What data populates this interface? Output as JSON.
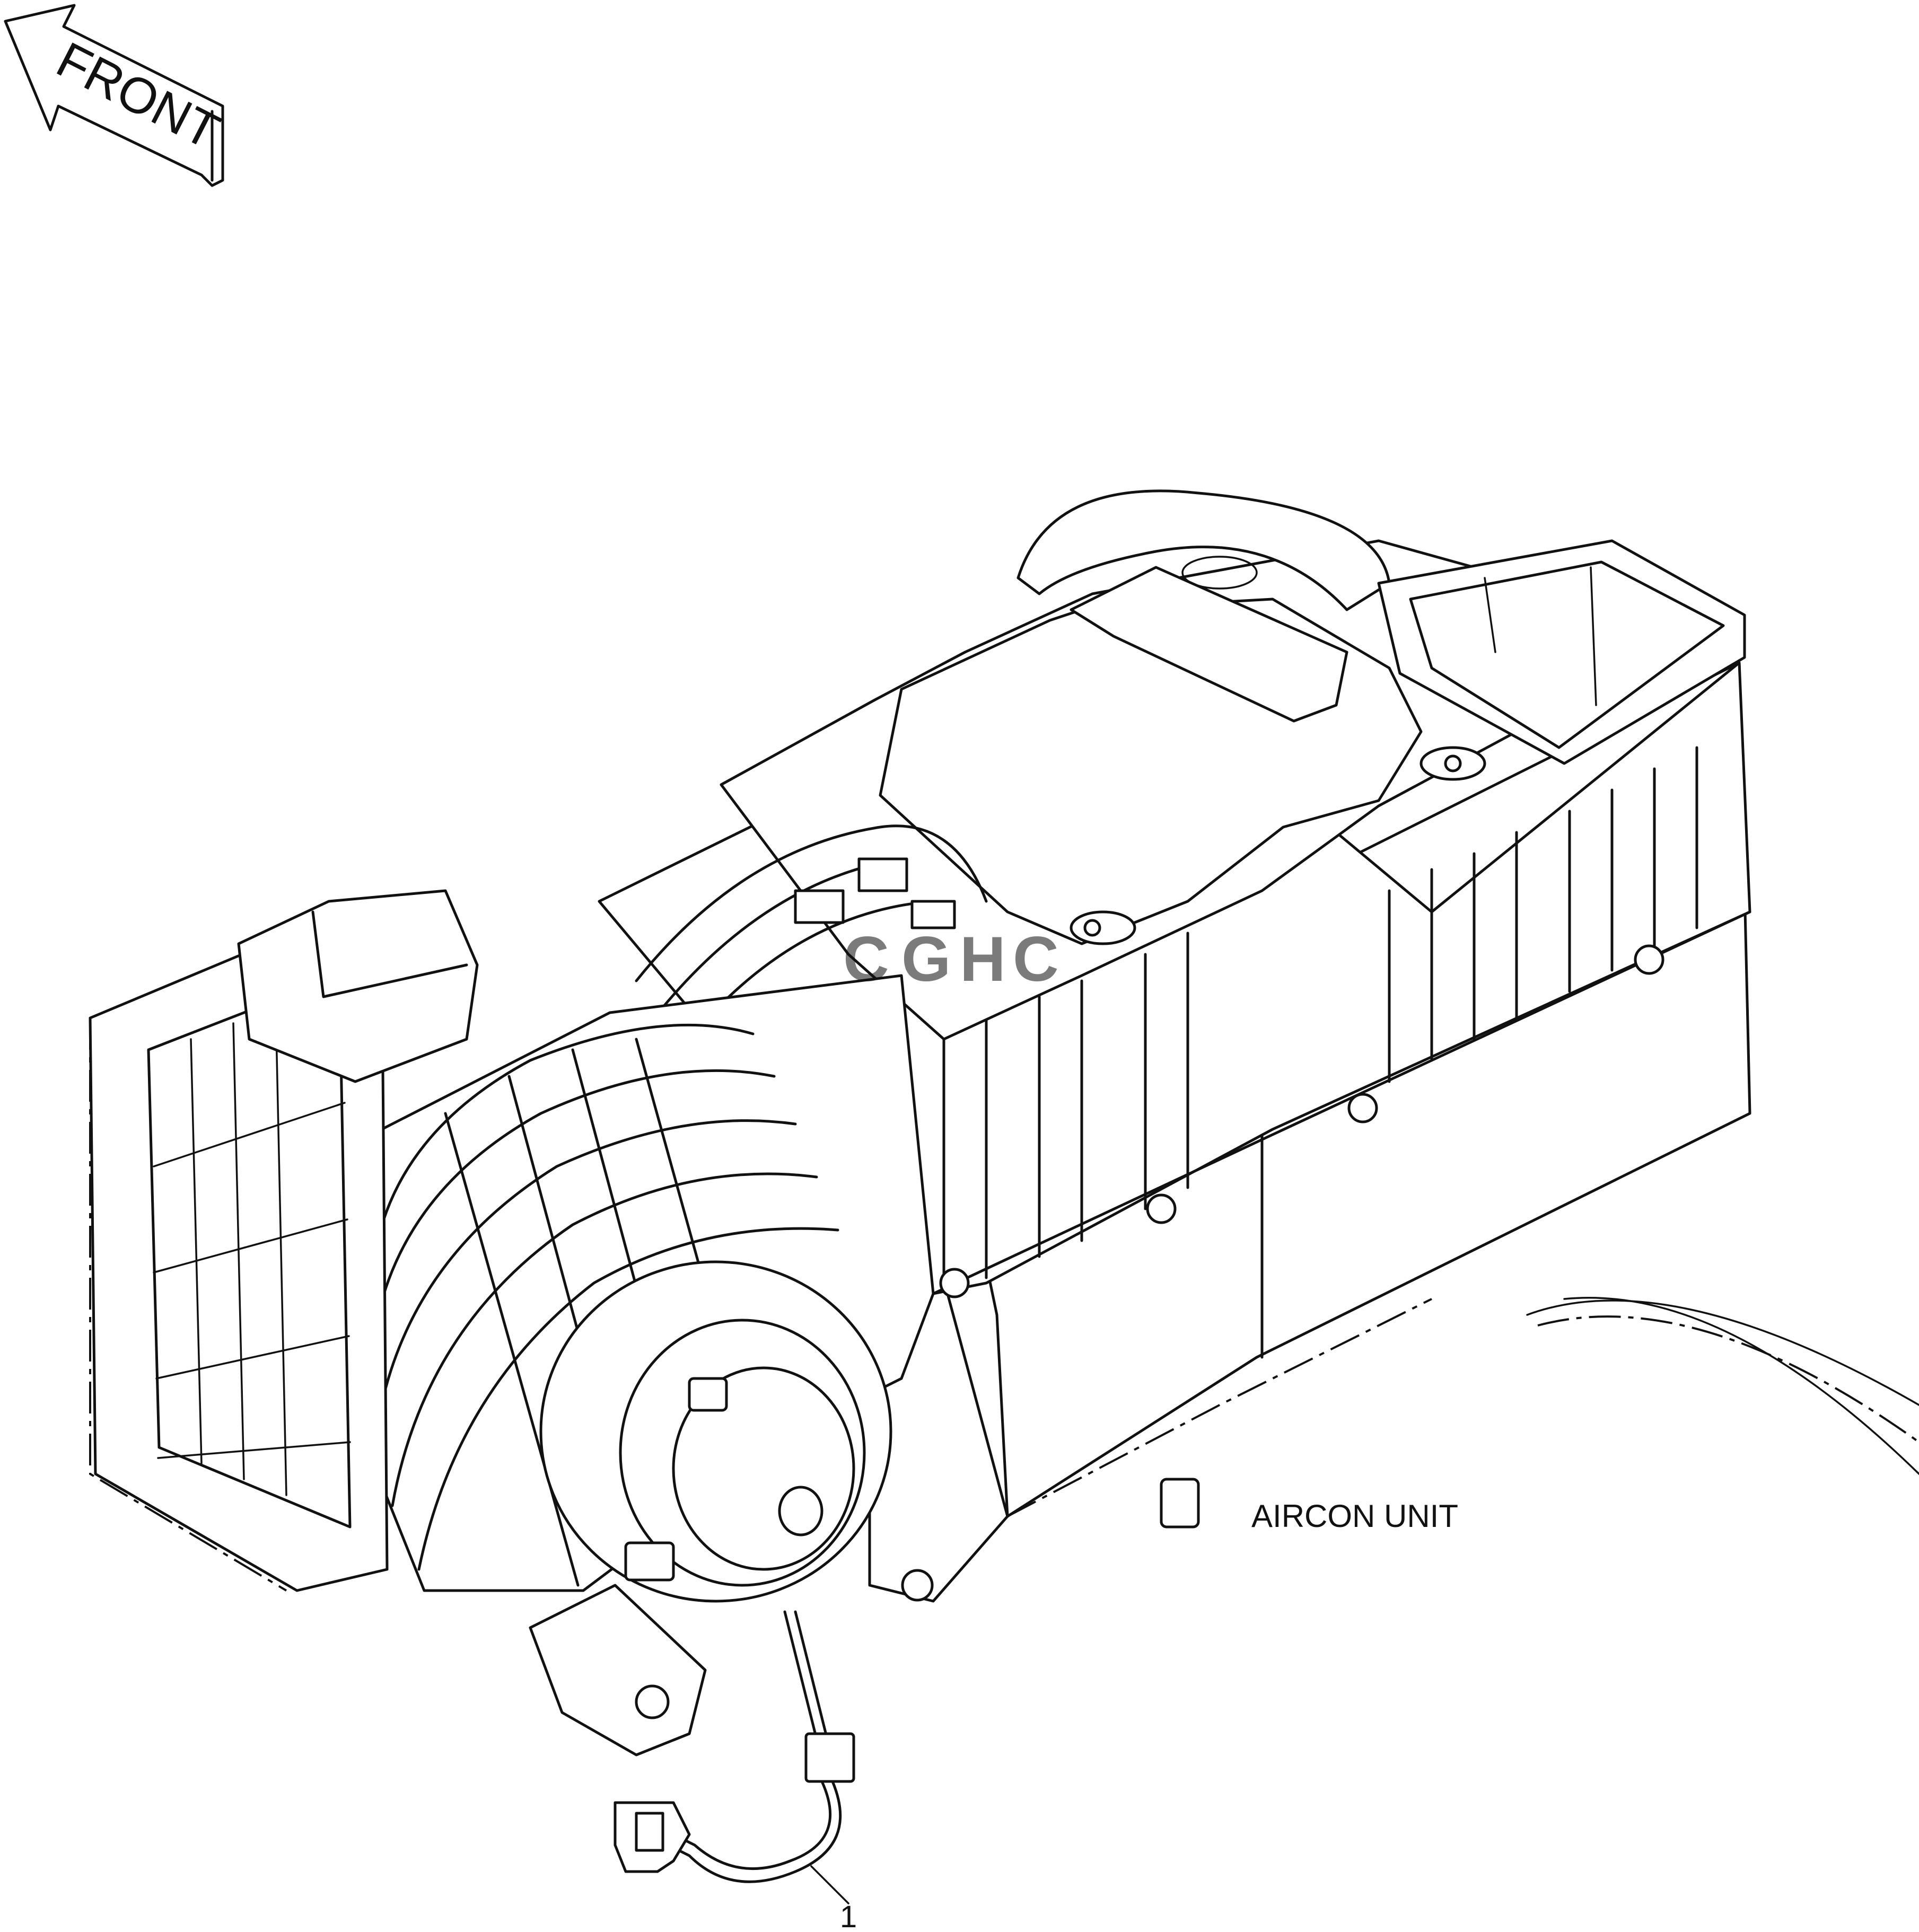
{
  "direction_arrow": {
    "label": "FRONT"
  },
  "assembly_label": "AIRCON UNIT",
  "callouts": [
    {
      "number": "1"
    }
  ],
  "watermark": {
    "text": "CGHC",
    "colors": [
      "#2a6fdb",
      "#e23b3b",
      "#f2b705",
      "#2aa84a"
    ]
  }
}
